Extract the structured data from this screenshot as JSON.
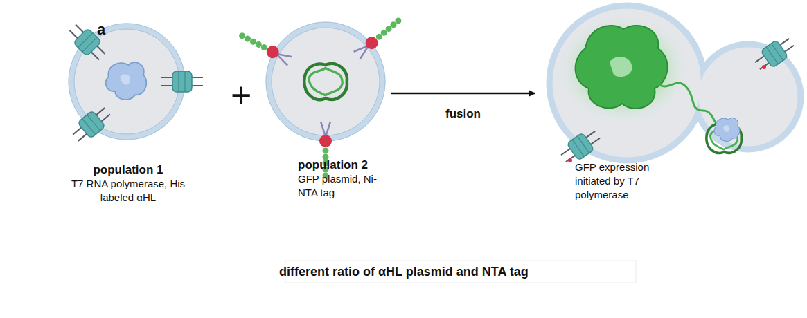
{
  "diagram": {
    "nodes": [
      {
        "text": [
          "population 1",
          "T7 RNA polymerase, His labeled αHL"
        ]
      },
      {
        "text": [
          "population 2",
          "GFP plasmid, Ni-NTA tag"
        ]
      },
      {
        "text": [
          "GFP expression initiated by T7 polymerase"
        ]
      }
    ],
    "edges": [
      {
        "from": 1,
        "to": 2,
        "label": "fusion",
        "arrow": "to"
      }
    ],
    "labels": [
      "a",
      "+",
      "different ratio of αHL plasmid and NTA tag"
    ]
  }
}
